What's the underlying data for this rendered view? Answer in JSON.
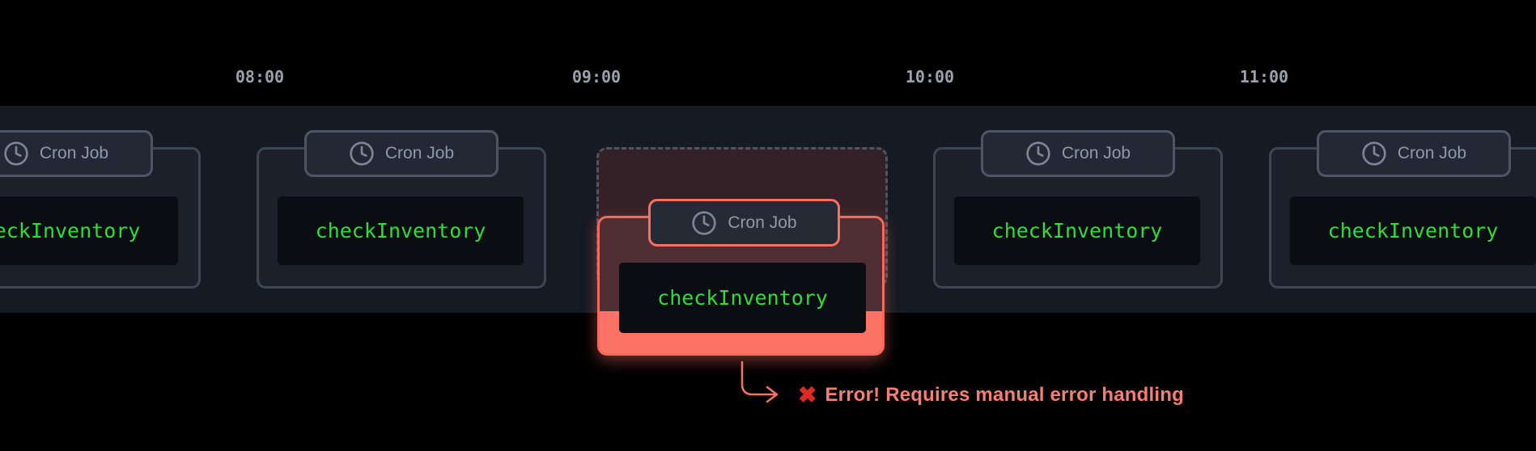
{
  "timeline": {
    "time_labels": [
      {
        "label": "08:00"
      },
      {
        "label": "09:00"
      },
      {
        "label": "10:00"
      },
      {
        "label": "11:00"
      }
    ],
    "band_color": "#161a23"
  },
  "cards": [
    {
      "badge": "Cron Job",
      "code": "checkInventory",
      "status": "ok",
      "icon": "clock-icon"
    },
    {
      "badge": "Cron Job",
      "code": "checkInventory",
      "status": "ok",
      "icon": "clock-icon"
    },
    {
      "badge": "Cron Job",
      "code": "checkInventory",
      "status": "error",
      "icon": "clock-icon"
    },
    {
      "badge": "Cron Job",
      "code": "checkInventory",
      "status": "ok",
      "icon": "clock-icon"
    },
    {
      "badge": "Cron Job",
      "code": "checkInventory",
      "status": "ok",
      "icon": "clock-icon"
    }
  ],
  "error_annotation": {
    "icon": "✖",
    "text": "Error! Requires manual error handling"
  },
  "colors": {
    "background": "#000000",
    "band": "#161a23",
    "card_fill": "#1b202a",
    "card_border": "#3e4655",
    "badge_fill": "#232834",
    "badge_border": "#4d5567",
    "badge_text": "#9098aa",
    "code_box": "#0a0d11",
    "code_green": "#2fdd39",
    "time_label": "#9aa0ac",
    "error_border": "#f3695b",
    "error_fill_bottom": "#fc7366",
    "error_fill_top": "#4e2e32",
    "ghost_fill": "#332127",
    "ghost_border": "#4e5566",
    "error_text": "#f87d72",
    "error_x": "#da2a23"
  }
}
